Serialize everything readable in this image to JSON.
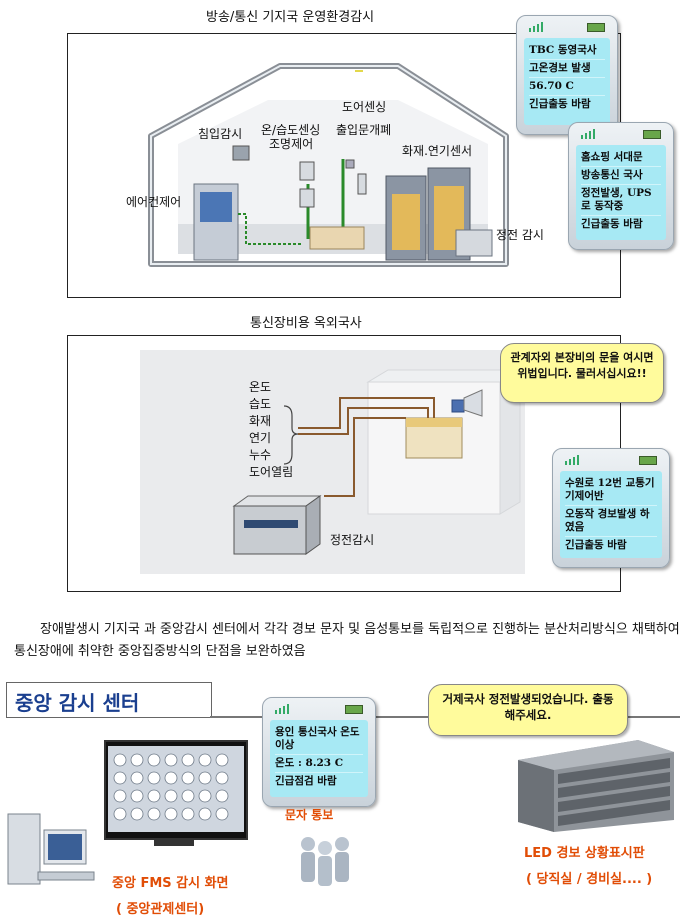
{
  "section1": {
    "title": "방송/통신 기지국 운영환경감시",
    "labels": {
      "intrusion": "침입감시",
      "temp_humidity": "온/습도센싱",
      "lighting": "조명제어",
      "door_sensing": "도어센싱",
      "access_door": "출입문개폐",
      "fire_smoke": "화재.연기센서",
      "aircon": "에어컨제어",
      "power_failure": "정전 감시"
    },
    "phone1": {
      "lines": [
        "TBC 동영국사",
        "고온경보 발생",
        "56.70 C",
        "긴급출동 바람"
      ]
    },
    "phone2": {
      "lines": [
        "홈쇼핑 서대문",
        "방송통신 국사",
        "정전발생, UPS로 동작중",
        "긴급출동 바람"
      ]
    }
  },
  "section2": {
    "title": "통신장비용 옥외국사",
    "sensors": [
      "온도",
      "습도",
      "화재",
      "연기",
      "누수",
      "도어열림"
    ],
    "power_label": "정전감시",
    "bubble": "관계자외 본장비의 문을 여시면 위법입니다. 물러서십시요!!",
    "phone": {
      "lines": [
        "수원로 12번 교통기기제어반",
        "오동작 경보발생 하였음",
        "긴급출동 바람"
      ]
    }
  },
  "paragraph": "장애발생시 기지국 과 중앙감시 센터에서 각각 경보 문자 및 음성통보를 독립적으로 진행하는 분산처리방식으 채택하여 통신장애에 취약한 중앙집중방식의 단점을 보완하였음",
  "section3": {
    "header": "중앙 감시 센터",
    "phone": {
      "lines": [
        "용인 통신국사 온도 이상",
        "온도 : 8.23 C",
        "긴급점검 바람"
      ]
    },
    "sms_label": "문자 통보",
    "bubble": "거제국사 정전발생되었습니다. 출동 해주세요.",
    "fms_label": "중앙 FMS 감시 화면",
    "fms_sub": "( 중앙관제센터)",
    "led_label": "LED  경보 상황표시판",
    "led_sub": "( 당직실 / 경비실.... )"
  },
  "colors": {
    "accent_orange": "#e14d06",
    "header_blue": "#1a3f8f",
    "phone_screen": "#a7e9f4",
    "bubble": "#fffb9c"
  }
}
